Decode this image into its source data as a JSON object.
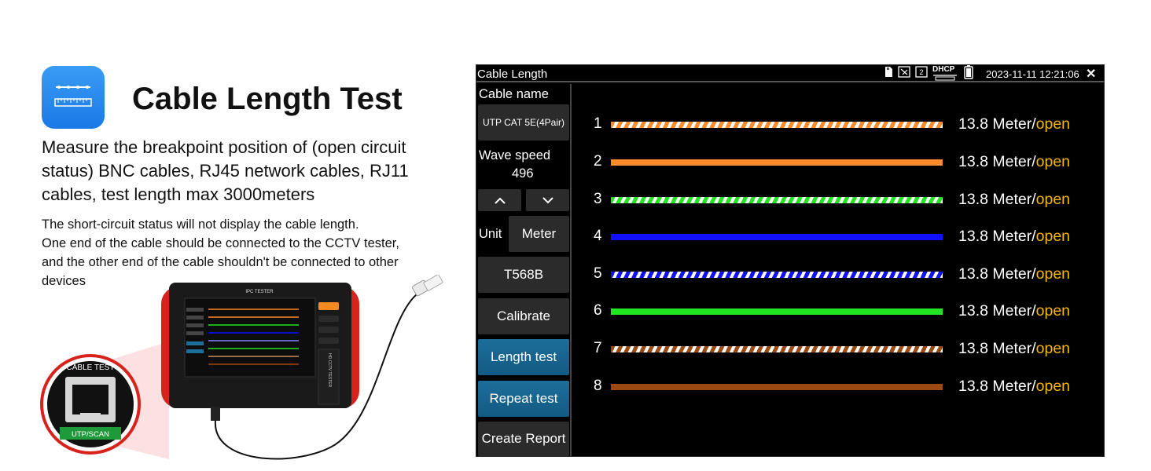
{
  "promo": {
    "heading": "Cable Length Test",
    "lead": "Measure the breakpoint position of (open circuit status) BNC cables, RJ45 network cables, RJ11 cables, test length max 3000meters",
    "notes": [
      "The short-circuit status will not display the cable length.",
      "One end of the cable should be connected to the CCTV tester,",
      "and the other end of the cable shouldn't be connected to other",
      "devices"
    ],
    "device_label": "IPC TESTER",
    "device_side_label": "HD CCTV TESTER",
    "badge_title": "CABLE TEST",
    "badge_port": "UTP/SCAN"
  },
  "screen": {
    "title": "Cable Length",
    "datetime": "2023-11-11 12:21:06",
    "status_icons": [
      "sd-card-icon",
      "network-icon",
      "dual-screen-icon",
      "dhcp-icon",
      "battery-icon"
    ],
    "dhcp_label": "DHCP",
    "sidebar": {
      "cable_name_label": "Cable name",
      "cable_name_value": "UTP CAT 5E(4Pair)",
      "wave_speed_label": "Wave speed",
      "wave_speed_value": "496",
      "unit_label": "Unit",
      "unit_value": "Meter",
      "standard_button": "T568B",
      "calibrate_button": "Calibrate",
      "length_test_button": "Length test",
      "repeat_test_button": "Repeat test",
      "create_report_button": "Create Report"
    },
    "wires": [
      {
        "num": "1",
        "length": "13.8 Meter/",
        "state": "open",
        "color": "#ff8a2a",
        "striped": true
      },
      {
        "num": "2",
        "length": "13.8 Meter/",
        "state": "open",
        "color": "#ff8a2a",
        "striped": false
      },
      {
        "num": "3",
        "length": "13.8 Meter/",
        "state": "open",
        "color": "#22e622",
        "striped": true
      },
      {
        "num": "4",
        "length": "13.8 Meter/",
        "state": "open",
        "color": "#1010ff",
        "striped": false
      },
      {
        "num": "5",
        "length": "13.8 Meter/",
        "state": "open",
        "color": "#1010ff",
        "striped": true
      },
      {
        "num": "6",
        "length": "13.8 Meter/",
        "state": "open",
        "color": "#22e622",
        "striped": false
      },
      {
        "num": "7",
        "length": "13.8 Meter/",
        "state": "open",
        "color": "#9a4a12",
        "striped": true
      },
      {
        "num": "8",
        "length": "13.8 Meter/",
        "state": "open",
        "color": "#9a4a12",
        "striped": false
      }
    ]
  }
}
